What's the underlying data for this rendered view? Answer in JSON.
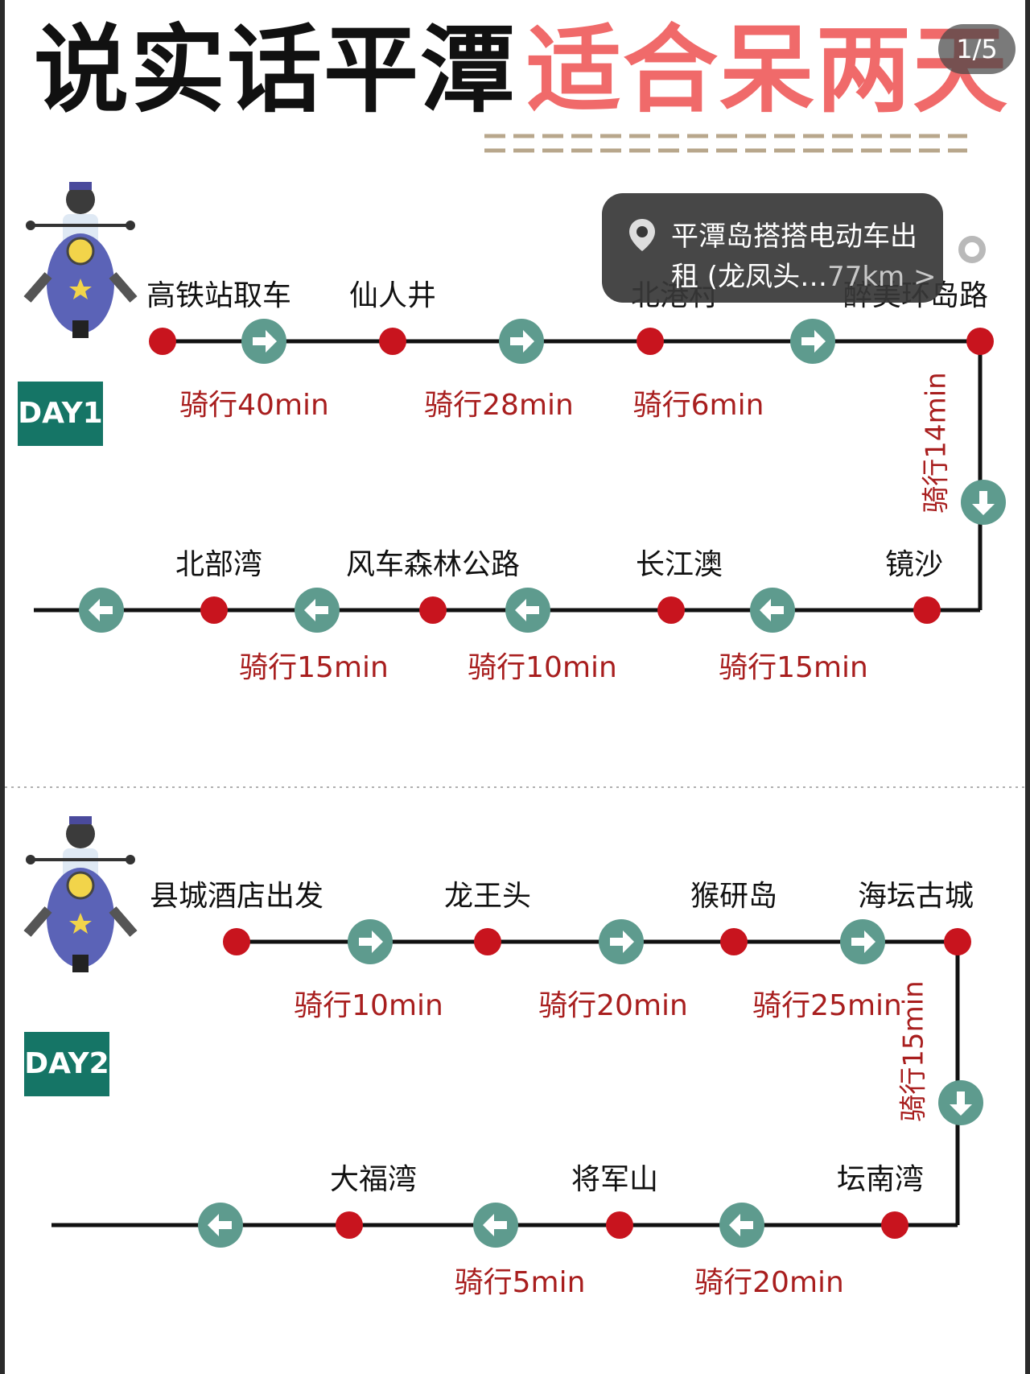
{
  "title": {
    "part1": "说实话平潭",
    "part2": "适合呆两天"
  },
  "pager": "1/5",
  "colors": {
    "title_accent": "#f06a6a",
    "stop_red": "#c8141e",
    "time_red": "#a81e1e",
    "arrow_teal": "#5e9b8e",
    "badge_teal": "#157566",
    "line": "#111111",
    "dash": "#b8a78c"
  },
  "popup": {
    "line1": "平潭岛搭搭电动车出",
    "line2": "租 (龙凤头…",
    "distance": "77km",
    "chevron": ">",
    "icon": "location-pin-icon"
  },
  "day1": {
    "badge": "DAY1",
    "top_stops": [
      "高铁站取车",
      "仙人井",
      "北港村",
      "醉美环岛路"
    ],
    "top_times": [
      "骑行40min",
      "骑行28min",
      "骑行6min"
    ],
    "down_time": "骑行14min",
    "bottom_stops": [
      "镜沙",
      "长江澳",
      "风车森林公路",
      "北部湾"
    ],
    "bottom_times": [
      "骑行15min",
      "骑行10min",
      "骑行15min"
    ]
  },
  "day2": {
    "badge": "DAY2",
    "top_stops": [
      "县城酒店出发",
      "龙王头",
      "猴研岛",
      "海坛古城"
    ],
    "top_times": [
      "骑行10min",
      "骑行20min",
      "骑行25min"
    ],
    "down_time": "骑行15min",
    "bottom_stops": [
      "坛南湾",
      "将军山",
      "大福湾"
    ],
    "bottom_times": [
      "骑行20min",
      "骑行5min"
    ]
  }
}
